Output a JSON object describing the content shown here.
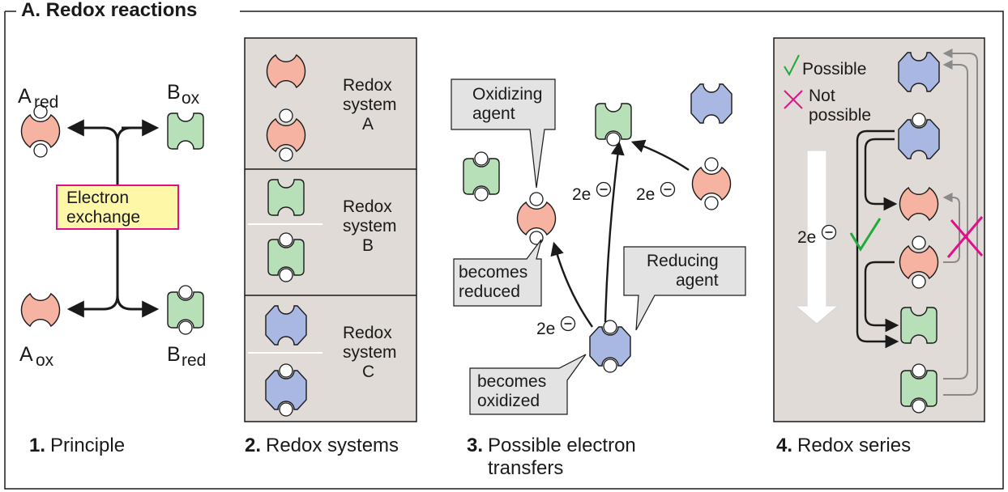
{
  "figure": {
    "title": "A. Redox reactions"
  },
  "panel1": {
    "caption_num": "1.",
    "caption": "Principle",
    "a_red_letter": "A",
    "a_red_sub": "red",
    "b_ox_letter": "B",
    "b_ox_sub": "ox",
    "a_ox_letter": "A",
    "a_ox_sub": "ox",
    "b_red_letter": "B",
    "b_red_sub": "red",
    "exchange_line1": "Electron",
    "exchange_line2": "exchange"
  },
  "panel2": {
    "caption_num": "2.",
    "caption": "Redox systems",
    "system_a": [
      "Redox",
      "system",
      "A"
    ],
    "system_b": [
      "Redox",
      "system",
      "B"
    ],
    "system_c": [
      "Redox",
      "system",
      "C"
    ]
  },
  "panel3": {
    "caption_num": "3.",
    "caption_line1": "Possible electron",
    "caption_line2": "transfers",
    "oxidizing_line1": "Oxidizing",
    "oxidizing_line2": "agent",
    "reduced_line1": "becomes",
    "reduced_line2": "reduced",
    "reducing_line1": "Reducing",
    "reducing_line2": "agent",
    "oxidized_line1": "becomes",
    "oxidized_line2": "oxidized",
    "electron_label": "2e"
  },
  "panel4": {
    "caption_num": "4.",
    "caption": "Redox series",
    "legend_possible": "Possible",
    "legend_not_line1": "Not",
    "legend_not_line2": "possible",
    "electron_label": "2e"
  },
  "colors": {
    "salmon": "#f7b3a1",
    "green": "#b7e0b8",
    "blue": "#a9b8e2",
    "panel_bg": "#e0dbd6",
    "callout_bg": "#e3e3e3",
    "label_box_fill": "#fff7a8",
    "label_box_border": "#e0108a",
    "check": "#1faa3a",
    "cross": "#e0108a",
    "gray_arrow": "#8a8a8a"
  }
}
